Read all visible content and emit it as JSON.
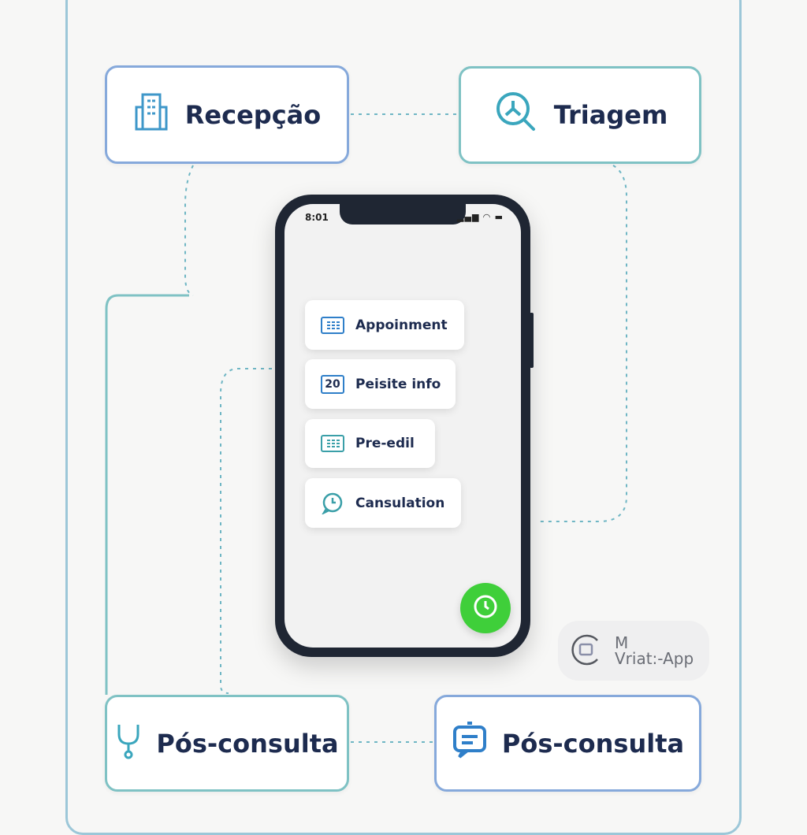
{
  "stages": {
    "reception": {
      "label": "Recepção",
      "icon": "building-icon"
    },
    "triage": {
      "label": "Triagem",
      "icon": "search-icon"
    },
    "post_left": {
      "label": "Pós-consulta",
      "icon": "stethoscope-icon"
    },
    "post_right": {
      "label": "Pós-consulta",
      "icon": "chat-icon"
    }
  },
  "phone": {
    "time": "8:01",
    "menu": [
      {
        "label": "Appoinment",
        "icon": "calendar-grid-icon"
      },
      {
        "label": "Peisite info",
        "icon": "calendar-date-icon",
        "icon_text": "20"
      },
      {
        "label": "Pre-edil",
        "icon": "calendar-grid-icon"
      },
      {
        "label": "Cansulation",
        "icon": "clock-chat-icon"
      }
    ]
  },
  "logo": {
    "mark": "M",
    "name": "Vriat:-App"
  },
  "colors": {
    "blue": "#86a9db",
    "teal": "#7fc2c4",
    "green": "#3fcf3a",
    "text": "#1d2b4f"
  }
}
